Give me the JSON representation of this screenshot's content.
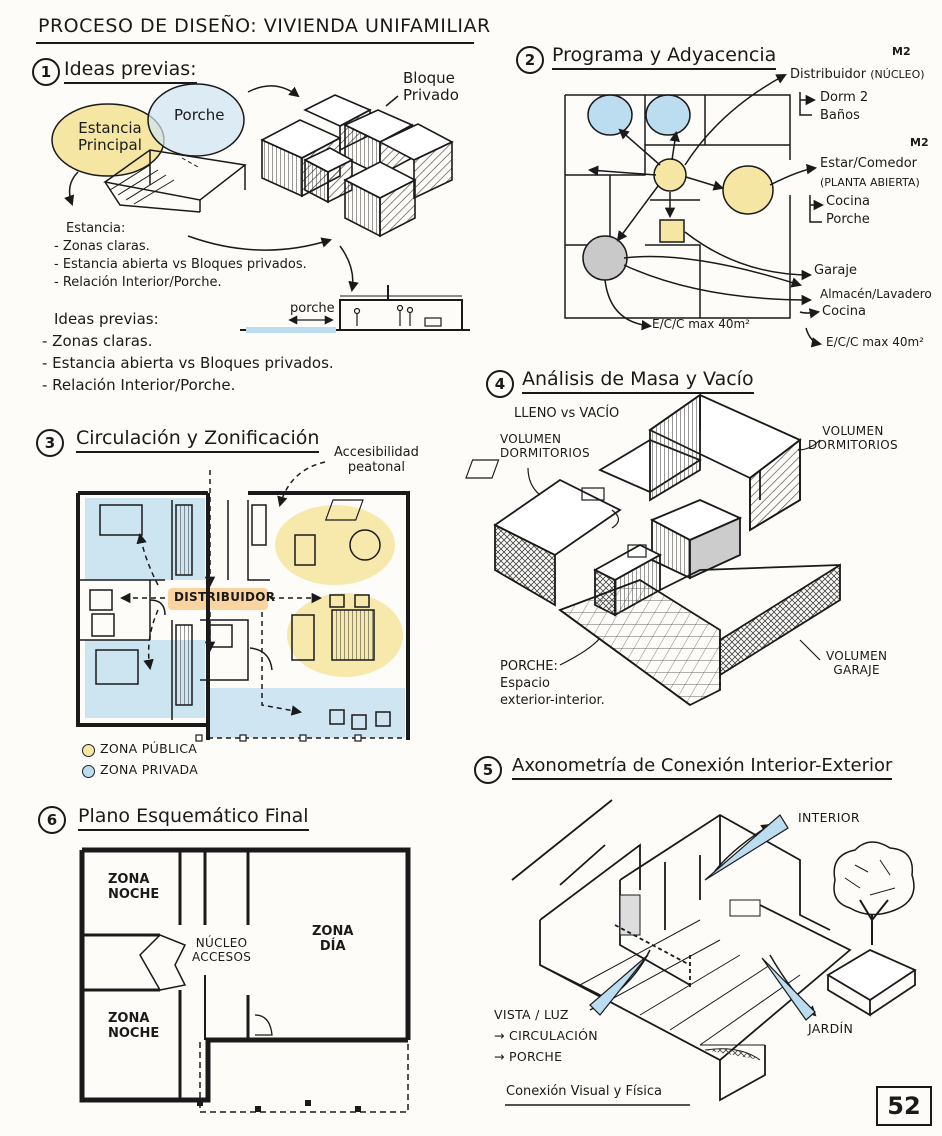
{
  "title": "PROCESO DE DISEÑO: VIVIENDA UNIFAMILIAR",
  "page_number": "52",
  "colors": {
    "public_zone": "#f6e6a3",
    "private_zone": "#bcdcef",
    "service": "#c9c9c9",
    "ink": "#1a1a1a",
    "paper": "#fdfcf8"
  },
  "s1": {
    "num": "1",
    "title": "Ideas previas:",
    "estancia_principal": [
      "Estancia",
      "Principal"
    ],
    "porche": "Porche",
    "bloque_privado": [
      "Bloque",
      "Privado"
    ],
    "notes_title": "Estancia:",
    "notes": [
      "- Zonas claras.",
      "- Estancia abierta vs Bloques privados.",
      "- Relación Interior/Porche."
    ],
    "section_label": "porche",
    "ideas_title": "Ideas previas:",
    "ideas": [
      "- Zonas claras.",
      "- Estancia abierta vs Bloques privados.",
      "- Relación Interior/Porche."
    ]
  },
  "s2": {
    "num": "2",
    "title": "Programa y Adyacencia",
    "m2_a": "M2",
    "m2_b": "M2",
    "distribuidor": "Distribuidor",
    "nucleo": "(NÚCLEO)",
    "dorm": "Dorm 2",
    "banos": "Baños",
    "estar": "Estar/Comedor",
    "planta": "(PLANTA ABIERTA)",
    "cocina": "Cocina",
    "porche": "Porche",
    "garaje": "Garaje",
    "almacen": "Almacén/Lavadero",
    "cocina2": "Cocina",
    "ecc1": "E/C/C max 40m²",
    "ecc2": "E/C/C max 40m²"
  },
  "s3": {
    "num": "3",
    "title": "Circulación y Zonificación",
    "accesibilidad": [
      "Accesibilidad",
      "peatonal"
    ],
    "distribuidor": "DISTRIBUIDOR",
    "zona_publica": "ZONA PÚBLICA",
    "zona_privada": "ZONA PRIVADA"
  },
  "s4": {
    "num": "4",
    "title": "Análisis de Masa y Vacío",
    "lleno": "LLENO vs VACÍO",
    "vol_dorm_left": [
      "VOLUMEN",
      "DORMITORIOS"
    ],
    "vol_dorm_right": [
      "VOLUMEN",
      "DORMITORIOS"
    ],
    "porche": [
      "PORCHE:",
      "Espacio",
      "exterior-interior."
    ],
    "vol_garaje": [
      "VOLUMEN",
      "GARAJE"
    ]
  },
  "s5": {
    "num": "5",
    "title": "Axonometría de Conexión Interior-Exterior",
    "interior": "INTERIOR",
    "vista": [
      "VISTA / LUZ",
      "→ CIRCULACIÓN",
      "→ PORCHE"
    ],
    "jardin": "JARDÍN",
    "caption": "Conexión Visual y Física"
  },
  "s6": {
    "num": "6",
    "title": "Plano Esquemático Final",
    "zona_noche_1": [
      "ZONA",
      "NOCHE"
    ],
    "zona_noche_2": [
      "ZONA",
      "NOCHE"
    ],
    "nucleo": [
      "NÚCLEO",
      "ACCESOS"
    ],
    "zona_dia": [
      "ZONA",
      "DÍA"
    ]
  }
}
